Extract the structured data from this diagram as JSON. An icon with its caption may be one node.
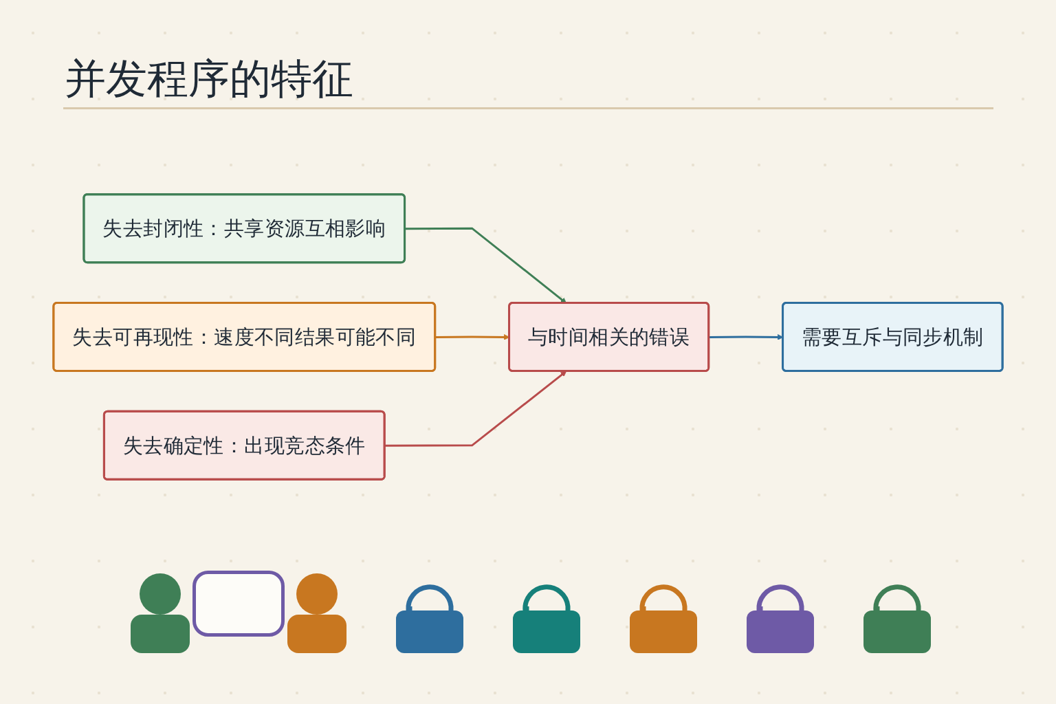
{
  "diagram": {
    "title": "并发程序的特征",
    "nodes": [
      {
        "text": [
          "失去封闭性：共享资源互相影响"
        ]
      },
      {
        "text": [
          "失去可再现性：速度不同结果可能不同"
        ]
      },
      {
        "text": [
          "失去确定性：出现竞态条件"
        ]
      },
      {
        "text": [
          "与时间相关的错误"
        ]
      },
      {
        "text": [
          "需要互斥与同步机制"
        ]
      }
    ],
    "edges": [
      {
        "from": 0,
        "to": 3,
        "arrow": "to",
        "color": "#3f7f56"
      },
      {
        "from": 1,
        "to": 3,
        "arrow": "to",
        "color": "#c87720"
      },
      {
        "from": 2,
        "to": 3,
        "arrow": "to",
        "color": "#b84b4b"
      },
      {
        "from": 3,
        "to": 4,
        "arrow": "to",
        "color": "#2e6e9e"
      }
    ]
  }
}
